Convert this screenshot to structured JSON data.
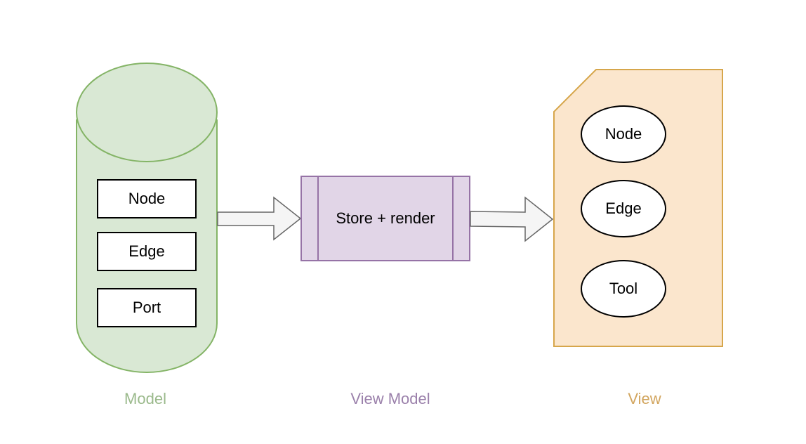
{
  "model": {
    "caption": "Model",
    "items": [
      "Node",
      "Edge",
      "Port"
    ]
  },
  "view_model": {
    "caption": "View Model",
    "label": "Store + render"
  },
  "view": {
    "caption": "View",
    "items": [
      "Node",
      "Edge",
      "Tool"
    ]
  },
  "colors": {
    "model_fill": "#d9e8d4",
    "model_stroke": "#84b466",
    "model_caption": "#9ab98b",
    "view_model_fill": "#e1d5e7",
    "view_model_stroke": "#9673a6",
    "view_model_caption": "#9b81ab",
    "view_fill": "#fbe6cd",
    "view_stroke": "#d6a64b",
    "view_caption": "#d2a55e",
    "arrow_fill": "#f5f5f5",
    "arrow_stroke": "#666666"
  }
}
